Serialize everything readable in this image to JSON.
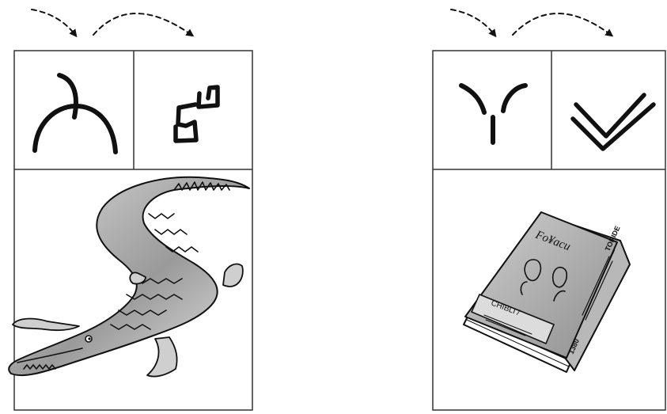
{
  "cards": [
    {
      "symbols": [
        "arc-with-hook-symbol",
        "zigzag-symbol"
      ],
      "picture": "crocodile"
    },
    {
      "symbols": [
        "split-y-symbol",
        "double-chevron-symbol"
      ],
      "picture": "book"
    }
  ],
  "book_cover": {
    "title": "Fo¥acu",
    "subtitle": "CHIBLI /",
    "spine_top": "TORIDE",
    "spine_bottom": "1380"
  },
  "colors": {
    "ink": "#111111",
    "border": "#333333",
    "fill_gray": "#a8a8a8",
    "background": "#ffffff"
  }
}
